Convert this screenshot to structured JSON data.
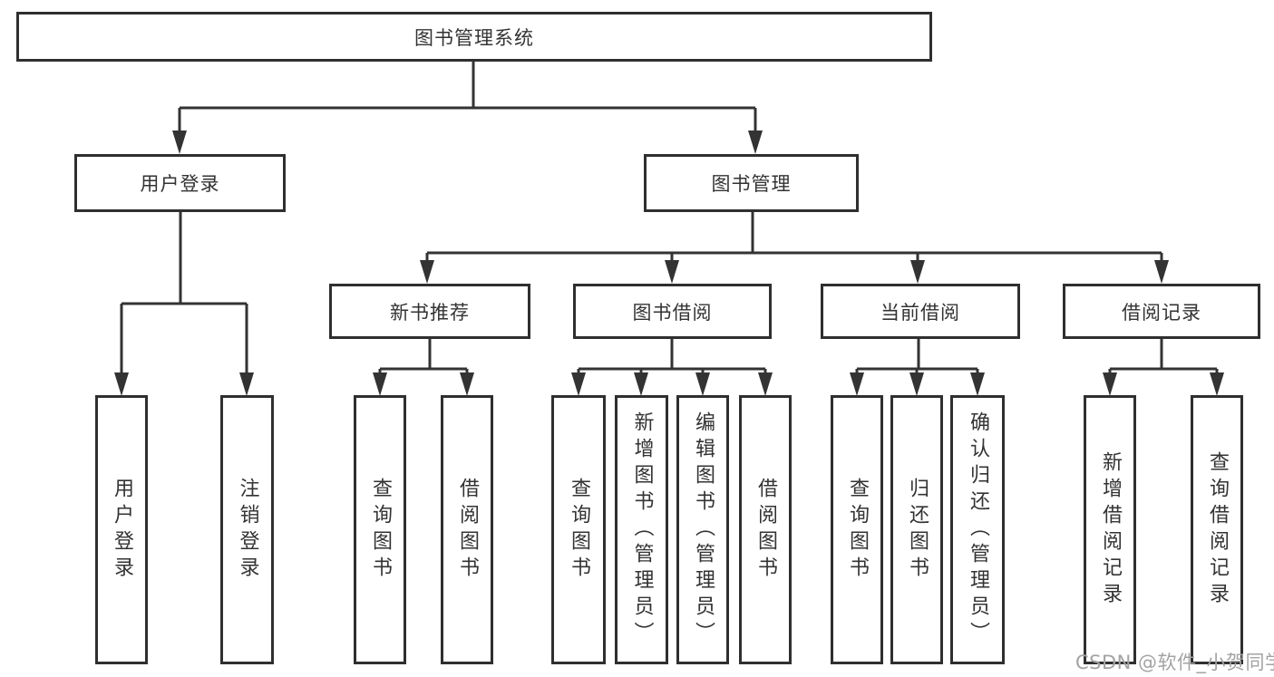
{
  "colors": {
    "line": "#333333",
    "border": "#2f2f2f",
    "text": "#333333",
    "watermark": "#a3a3a3",
    "bg": "#ffffff"
  },
  "watermark": {
    "text": "CSDN @软件_小贺同学"
  },
  "tree": {
    "root": {
      "label": "图书管理系统"
    },
    "branches": [
      {
        "label": "用户登录",
        "children": [
          {
            "label": "用户登录"
          },
          {
            "label": "注销登录"
          }
        ]
      },
      {
        "label": "图书管理",
        "children": [
          {
            "label": "新书推荐",
            "children": [
              {
                "label": "查询图书"
              },
              {
                "label": "借阅图书"
              }
            ]
          },
          {
            "label": "图书借阅",
            "children": [
              {
                "label": "查询图书"
              },
              {
                "label": "新增图书（管理员）"
              },
              {
                "label": "编辑图书（管理员）"
              },
              {
                "label": "借阅图书"
              }
            ]
          },
          {
            "label": "当前借阅",
            "children": [
              {
                "label": "查询图书"
              },
              {
                "label": "归还图书"
              },
              {
                "label": "确认归还（管理员）"
              }
            ]
          },
          {
            "label": "借阅记录",
            "children": [
              {
                "label": "新增借阅记录"
              },
              {
                "label": "查询借阅记录"
              }
            ]
          }
        ]
      }
    ]
  }
}
